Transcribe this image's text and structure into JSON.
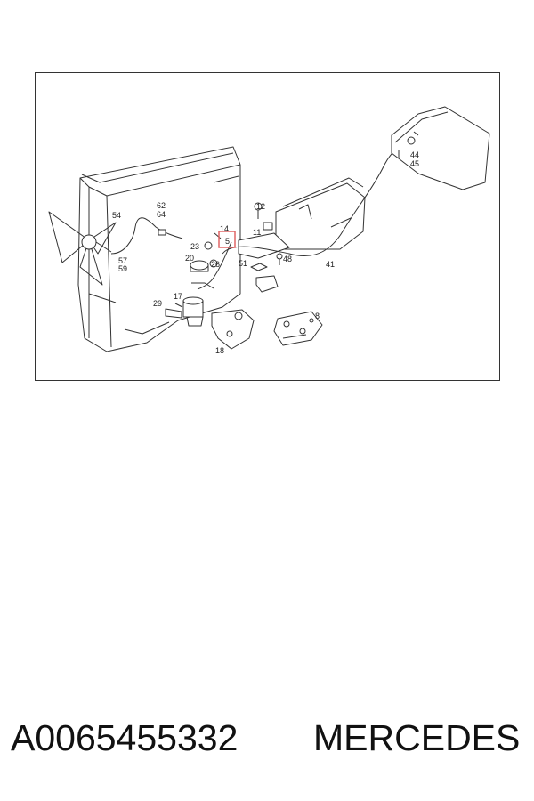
{
  "diagram": {
    "labels": {
      "l54": "54",
      "l62": "62",
      "l64": "64",
      "l57": "57",
      "l59": "59",
      "l12": "12",
      "l14": "14",
      "l5": "5",
      "l11": "11",
      "l23": "23",
      "l20": "20",
      "l26": "26",
      "l17": "17",
      "l29": "29",
      "l18": "18",
      "l51": "51",
      "l48": "48",
      "l41": "41",
      "l8": "8",
      "l44": "44",
      "l45": "45"
    },
    "highlight_color": "#e06666"
  },
  "caption": {
    "part_number": "A0065455332",
    "brand": "MERCEDES"
  }
}
